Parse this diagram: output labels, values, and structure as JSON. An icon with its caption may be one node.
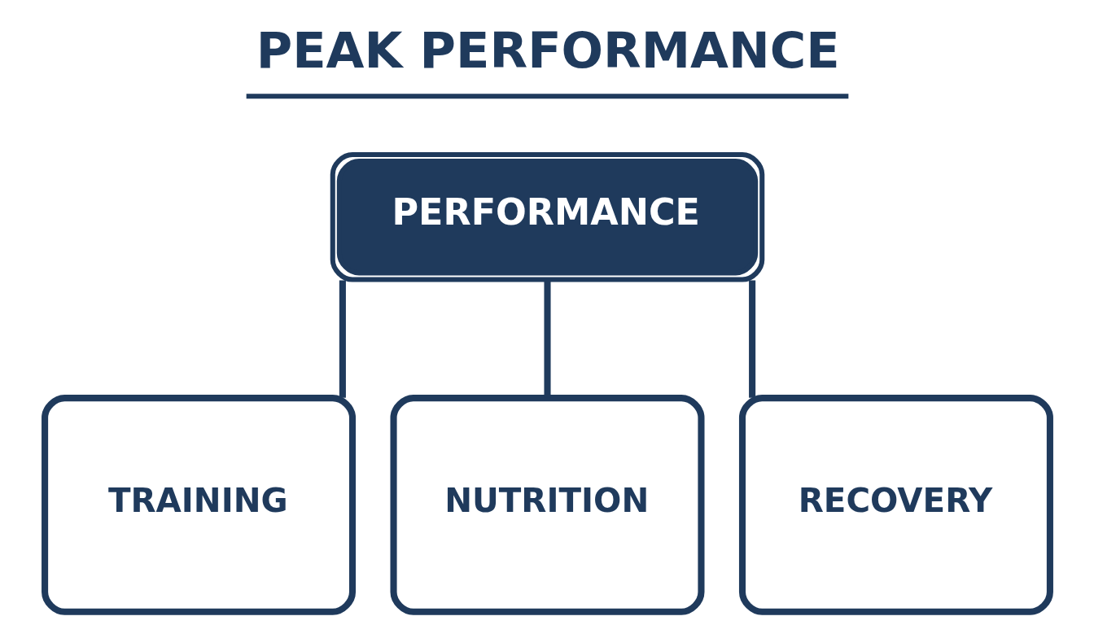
{
  "diagram": {
    "title": "PEAK PERFORMANCE",
    "nodes": [
      {
        "text": [
          "PERFORMANCE"
        ]
      },
      {
        "text": [
          "TRAINING"
        ]
      },
      {
        "text": [
          "NUTRITION"
        ]
      },
      {
        "text": [
          "RECOVERY"
        ]
      }
    ],
    "edges": [
      {
        "from": 0,
        "to": 1,
        "arrow": "none"
      },
      {
        "from": 0,
        "to": 2,
        "arrow": "none"
      },
      {
        "from": 0,
        "to": 3,
        "arrow": "none"
      }
    ]
  }
}
